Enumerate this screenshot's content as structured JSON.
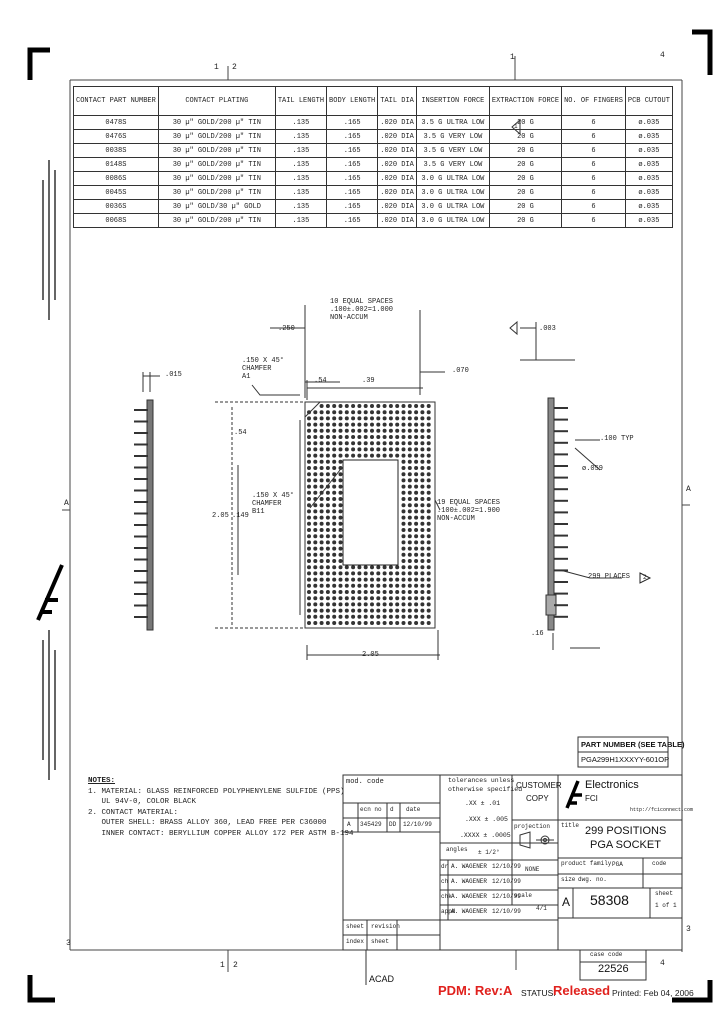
{
  "zone_marks": {
    "top_left": "1",
    "top_mid": "2",
    "top_right_a": "1",
    "top_right_b": "4",
    "bottom_left": "1",
    "bottom_mid": "2",
    "bottom_right": "4",
    "side_left": "3",
    "side_right": "3",
    "left_a": "A",
    "right_a": "A"
  },
  "parts_table": {
    "headers": [
      "CONTACT PART NUMBER",
      "CONTACT PLATING",
      "TAIL LENGTH",
      "BODY LENGTH",
      "TAIL DIA",
      "INSERTION FORCE",
      "EXTRACTION FORCE",
      "NO. OF FINGERS",
      "PCB CUTOUT"
    ],
    "rows": [
      [
        "0478S",
        "30 µ\" GOLD/200 µ\" TIN",
        ".135",
        ".165",
        ".020 DIA",
        "3.5 G ULTRA LOW",
        "20 G",
        "6",
        "ø.035"
      ],
      [
        "0476S",
        "30 µ\" GOLD/200 µ\" TIN",
        ".135",
        ".165",
        ".020 DIA",
        "3.5 G VERY LOW",
        "20 G",
        "6",
        "ø.035"
      ],
      [
        "0038S",
        "30 µ\" GOLD/200 µ\" TIN",
        ".135",
        ".165",
        ".020 DIA",
        "3.5 G VERY LOW",
        "20 G",
        "6",
        "ø.035"
      ],
      [
        "0148S",
        "30 µ\" GOLD/200 µ\" TIN",
        ".135",
        ".165",
        ".020 DIA",
        "3.5 G VERY LOW",
        "20 G",
        "6",
        "ø.035"
      ],
      [
        "0086S",
        "30 µ\" GOLD/200 µ\" TIN",
        ".135",
        ".165",
        ".020 DIA",
        "3.0 G ULTRA LOW",
        "20 G",
        "6",
        "ø.035"
      ],
      [
        "0045S",
        "30 µ\" GOLD/200 µ\" TIN",
        ".135",
        ".165",
        ".020 DIA",
        "3.0 G ULTRA LOW",
        "20 G",
        "6",
        "ø.035"
      ],
      [
        "0036S",
        "30 µ\" GOLD/30 µ\" GOLD",
        ".135",
        ".165",
        ".020 DIA",
        "3.0 G ULTRA LOW",
        "20 G",
        "6",
        "ø.035"
      ],
      [
        "0068S",
        "30 µ\" GOLD/200 µ\" TIN",
        ".135",
        ".165",
        ".020 DIA",
        "3.0 G ULTRA LOW",
        "20 G",
        "6",
        "ø.035"
      ]
    ]
  },
  "annotations": {
    "top_note": [
      "10 EQUAL SPACES",
      ".100±.002=1.000",
      "NON-ACCUM"
    ],
    "top_dim": ".250",
    "chamfer_a": [
      ".150 X 45°",
      "CHAMFER",
      "A1"
    ],
    "dim_left": ".54",
    "dim_mid": ".39",
    "dim_right": ".070",
    "dim_vertical": ".54",
    "dim_205": "2.05",
    "dim_149": ".149",
    "chamfer_b": [
      ".150 X 45°",
      "CHAMFER",
      "B11"
    ],
    "side_note": [
      "19 EQUAL SPACES",
      ".100±.002=1.900",
      "NON-ACCUM"
    ],
    "dim_bottom": "2.05",
    "side_tail": ".100 TYP",
    "side_dia": "ø.059",
    "side_places": "299 PLACES",
    "side_dim": ".16",
    "flat": ".003",
    "left_dim": ".015",
    "flag_2": "2",
    "flag_1": "1"
  },
  "notes": {
    "heading": "NOTES:",
    "lines": [
      "1. MATERIAL: GLASS REINFORCED POLYPHENYLENE SULFIDE (PPS)",
      "   UL 94V-0, COLOR BLACK",
      "2. CONTACT MATERIAL:",
      "   OUTER SHELL: BRASS ALLOY 360, LEAD FREE PER C36000",
      "   INNER CONTACT: BERYLLIUM COPPER ALLOY 172 PER ASTM B-194"
    ]
  },
  "title_block": {
    "part_number_label": "PART NUMBER (SEE TABLE)",
    "part_number_value": "PGA299H1XXXYY-601OP",
    "mod_code": "mod. code",
    "revisions": {
      "headers": [
        "",
        "ecn no",
        "d",
        "date"
      ],
      "row": [
        "A",
        "345429",
        "DD",
        "12/10/99"
      ]
    },
    "tolerances": [
      "tolerances unless",
      "otherwise specified"
    ],
    "tol_values": [
      ".XX ± .01",
      ".XXX ± .005",
      ".XXXX ± .0005"
    ],
    "angles": [
      "angles",
      "± 1/2°"
    ],
    "customer_copy": [
      "CUSTOMER",
      "COPY"
    ],
    "company": "Electronics",
    "company_sub": "FCI",
    "url": "http://fciconnect.com",
    "dwn_rows": [
      {
        "role": "dr",
        "name": "A. WAGENER",
        "date": "12/10/99"
      },
      {
        "role": "ch",
        "name": "A. WAGENER",
        "date": "12/10/99"
      },
      {
        "role": "chk",
        "name": "A. WAGENER",
        "date": "12/10/99"
      },
      {
        "role": "appd",
        "name": "A. WAGENER",
        "date": "12/10/99"
      }
    ],
    "title_label": "title",
    "title_lines": [
      "299 POSITIONS",
      "PGA SOCKET"
    ],
    "product_family_label": "product family",
    "product_family": "PGA",
    "size_label": "size",
    "code_label": "code",
    "size_value": "A",
    "dwg_no_label": "dwg. no.",
    "dwg_no": "58308",
    "sheet_label": "sheet",
    "sheet_value": "1 of 1",
    "projection": "projection",
    "scale_label": "scale",
    "scale_value": "4/1",
    "ecn_field": "NONE",
    "sheet_rev_a": "sheet",
    "sheet_rev_b": "revision",
    "index_a": "index",
    "index_b": "sheet",
    "case_code_label": "case code",
    "case_code": "22526"
  },
  "footer": {
    "acad": "ACAD",
    "pdm": "PDM: Rev:A",
    "status_label": "STATUS:",
    "status_value": "Released",
    "printed": "Printed: Feb 04, 2006"
  },
  "colors": {
    "ink": "#222222",
    "pdm": "#e0211d",
    "status": "#e0211d"
  }
}
